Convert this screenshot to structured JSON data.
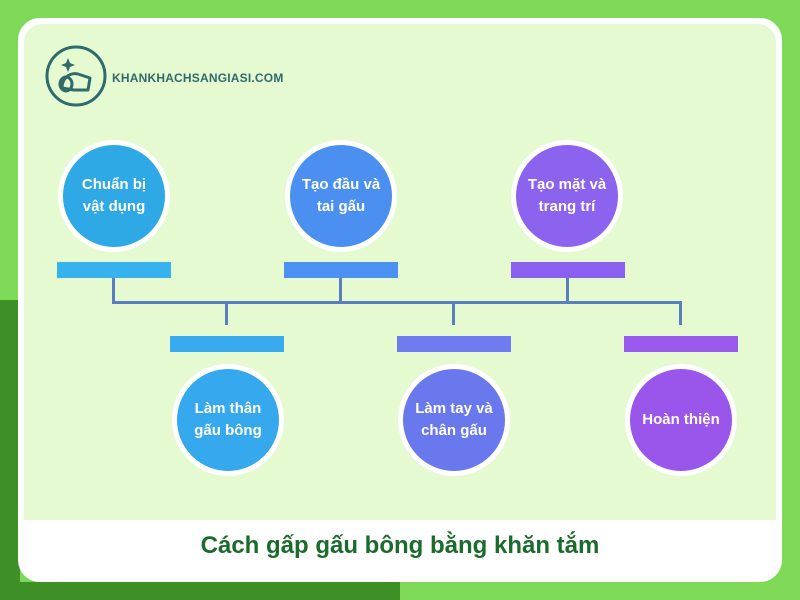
{
  "brand": {
    "site": "KHANKHACHSANGIASI.COM",
    "logo_icon": "towel-roll-icon",
    "logo_color": "#2f6b6a"
  },
  "steps": [
    {
      "label": "Chuẩn bị vật dụng",
      "color": "#2ea9e6",
      "bar_color": "#36b2ee"
    },
    {
      "label": "Làm thân gấu bông",
      "color": "#35a8ee",
      "bar_color": "#38aaf0"
    },
    {
      "label": "Tạo đầu và tai gấu",
      "color": "#4b8ff0",
      "bar_color": "#4b91f2"
    },
    {
      "label": "Làm tay và chân gấu",
      "color": "#6a78ee",
      "bar_color": "#6f7cf0"
    },
    {
      "label": "Tạo mặt và trang trí",
      "color": "#8b63ee",
      "bar_color": "#8a60f0"
    },
    {
      "label": "Hoàn thiện",
      "color": "#9a55ea",
      "bar_color": "#9b58ec"
    }
  ],
  "caption": "Cách gấp gấu bông bằng khăn tắm",
  "colors": {
    "background": "#7ed957",
    "panel": "#e6fad2",
    "connector": "#5a7fc0",
    "caption": "#1a6b2c"
  }
}
